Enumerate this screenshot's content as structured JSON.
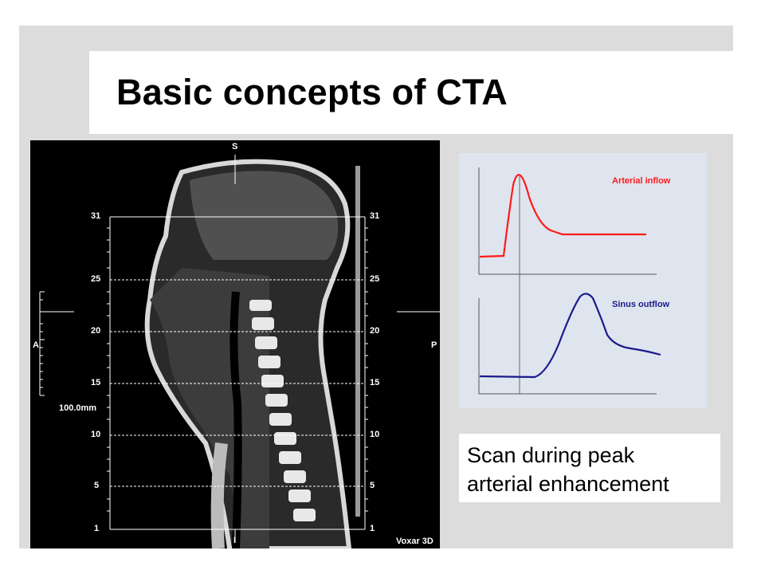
{
  "slide": {
    "title": "Basic concepts of CTA",
    "caption": {
      "line1": "Scan during peak",
      "line2": "arterial enhancement"
    }
  },
  "ct_image": {
    "markers": {
      "top": "S",
      "bottom": "I",
      "left": "A",
      "right": "P"
    },
    "ruler_labels": [
      "31",
      "25",
      "20",
      "15",
      "10",
      "5",
      "1"
    ],
    "scale_label": "100.0mm",
    "brand": "Voxar 3D"
  },
  "graph": {
    "arterial_label": "Arterial inflow",
    "sinus_label": "Sinus outflow",
    "arterial_color": "#ff1a1a",
    "sinus_color": "#1a1a8c"
  }
}
